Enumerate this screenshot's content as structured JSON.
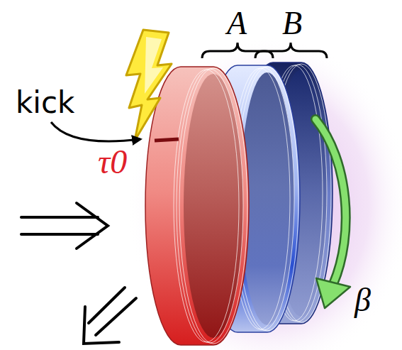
{
  "diagram": {
    "labels": [
      "kick",
      "τ0",
      "A",
      "B",
      "β"
    ]
  }
}
